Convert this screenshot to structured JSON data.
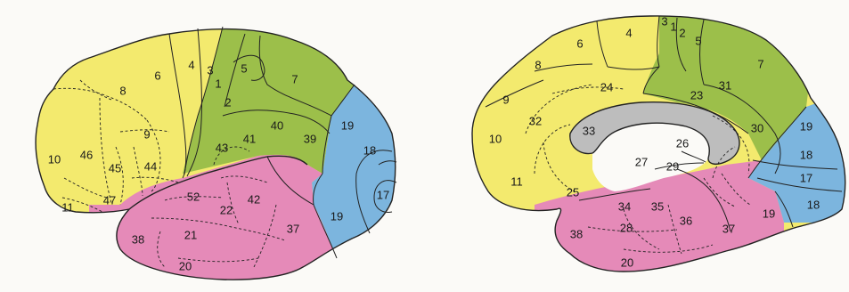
{
  "colors": {
    "frontal": "#f3ea6e",
    "parietal": "#9cbf4a",
    "occipital": "#7cb5de",
    "temporal": "#e58ab8",
    "callosum": "#bdbdbd",
    "background": "#fbfaf7",
    "line": "#222222"
  },
  "lateral_view": {
    "labels": {
      "a4": "4",
      "a6": "6",
      "a8": "8",
      "a3": "3",
      "a1": "1",
      "a2": "2",
      "a5": "5",
      "a7": "7",
      "a9": "9",
      "a10": "10",
      "a46": "46",
      "a45": "45",
      "a44": "44",
      "a47": "47",
      "a11": "11",
      "a43": "43",
      "a41": "41",
      "a40": "40",
      "a39": "39",
      "a19a": "19",
      "a18": "18",
      "a17": "17",
      "a19b": "19",
      "a52": "52",
      "a22": "22",
      "a42": "42",
      "a21": "21",
      "a38": "38",
      "a37": "37",
      "a20": "20"
    }
  },
  "medial_view": {
    "labels": {
      "m4": "4",
      "m3": "3",
      "m1": "1",
      "m2": "2",
      "m5": "5",
      "m6": "6",
      "m8": "8",
      "m7": "7",
      "m9": "9",
      "m24": "24",
      "m23": "23",
      "m31": "31",
      "m32": "32",
      "m10": "10",
      "m33": "33",
      "m26": "26",
      "m30": "30",
      "m19a": "19",
      "m18a": "18",
      "m27": "27",
      "m29": "29",
      "m11": "11",
      "m25": "25",
      "m17": "17",
      "m18b": "18",
      "m34": "34",
      "m35": "35",
      "m28": "28",
      "m36": "36",
      "m37": "37",
      "m19b": "19",
      "m38": "38",
      "m20": "20"
    }
  }
}
